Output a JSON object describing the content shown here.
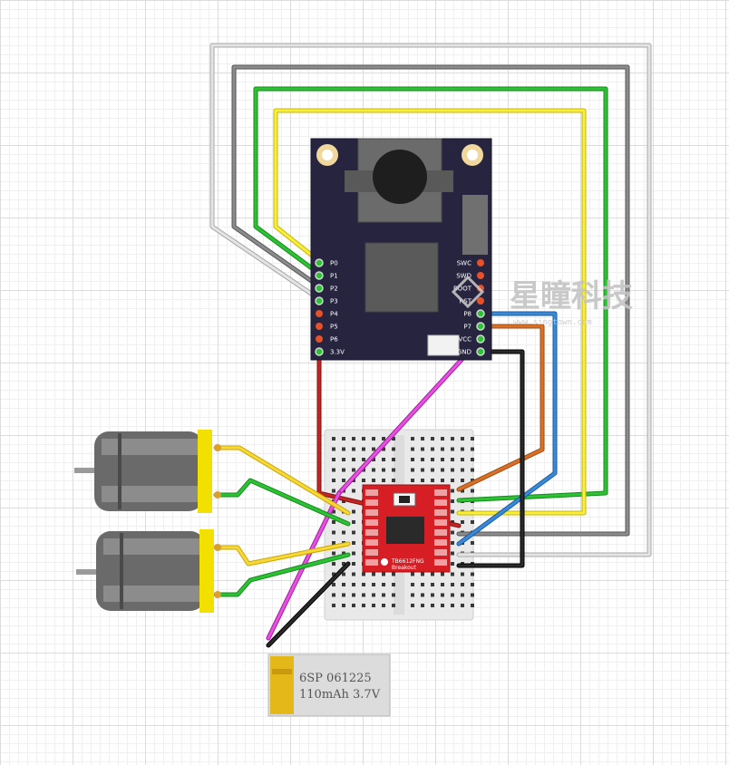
{
  "controller": {
    "left_pins": [
      "P0",
      "P1",
      "P2",
      "P3",
      "P4",
      "P5",
      "P6",
      "3.3V"
    ],
    "right_pins": [
      "SWC",
      "SWD",
      "BOOT",
      "RST",
      "P8",
      "P7",
      "VCC",
      "GND"
    ]
  },
  "driver": {
    "name_line1": "TB6612FNG",
    "name_line2": "Breakout"
  },
  "battery": {
    "line1": "6SP 061225",
    "line2": "110mAh 3.7V"
  },
  "watermark": {
    "title": "星瞳科技",
    "url": "www.singtown.com"
  },
  "colors": {
    "board": "#26243f",
    "driver_pcb": "#d81e25",
    "motor_body": "#707070",
    "motor_cap": "#f2e000",
    "battery_cap": "#e5b81a",
    "wire_yellow": "#f2e32a",
    "wire_green": "#22b02a",
    "wire_gray": "#808080",
    "wire_light_gray": "#c8c8c8",
    "wire_magenta": "#e040d8",
    "wire_orange": "#c86420",
    "wire_blue": "#2a78c8",
    "wire_black": "#1a1a1a",
    "wire_red": "#b51f1f"
  }
}
